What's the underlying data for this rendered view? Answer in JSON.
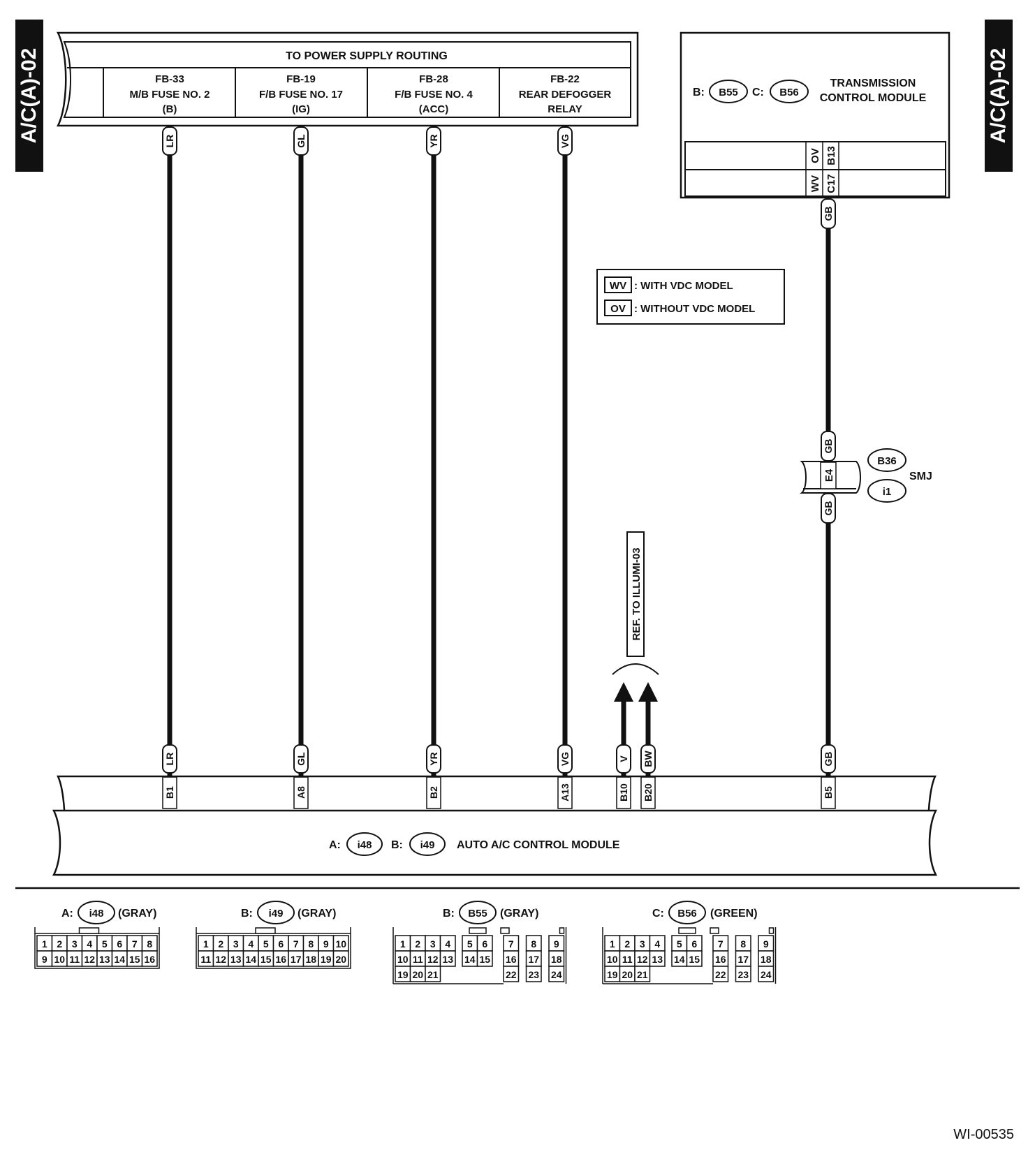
{
  "page_tag": "A/C(A)-02",
  "figure_ref": "WI-00535",
  "power_box": {
    "title": "TO POWER SUPPLY ROUTING",
    "fuses": [
      {
        "id": "FB-33",
        "line1": "M/B FUSE NO. 2",
        "line2": "(B)",
        "wire": "LR",
        "pin": "B1"
      },
      {
        "id": "FB-19",
        "line1": "F/B FUSE NO. 17",
        "line2": "(IG)",
        "wire": "GL",
        "pin": "A8"
      },
      {
        "id": "FB-28",
        "line1": "F/B FUSE NO. 4",
        "line2": "(ACC)",
        "wire": "YR",
        "pin": "B2"
      },
      {
        "id": "FB-22",
        "line1": "REAR DEFOGGER",
        "line2": "RELAY",
        "wire": "VG",
        "pin": "A13"
      }
    ]
  },
  "tcm": {
    "prefix_b": "B:",
    "conn_b": "B55",
    "prefix_c": "C:",
    "conn_c": "B56",
    "name1": "TRANSMISSION",
    "name2": "CONTROL MODULE",
    "row1": {
      "code": "OV",
      "pin": "B13"
    },
    "row2": {
      "code": "WV",
      "pin": "C17"
    },
    "wire": "GB"
  },
  "legend": [
    {
      "code": "WV",
      "text": ": WITH VDC MODEL"
    },
    {
      "code": "OV",
      "text": ": WITHOUT VDC MODEL"
    }
  ],
  "smj": {
    "wire_top": "GB",
    "pin": "E4",
    "wire_bottom": "GB",
    "conn_top": "B36",
    "conn_bottom": "i1",
    "label": "SMJ"
  },
  "illumi": {
    "ref": "REF. TO ILLUMI-03",
    "wires": [
      {
        "wire": "V",
        "pin": "B10"
      },
      {
        "wire": "BW",
        "pin": "B20"
      }
    ]
  },
  "tcm_pin_on_module": "B5",
  "module": {
    "prefix_a": "A:",
    "conn_a": "i48",
    "prefix_b": "B:",
    "conn_b": "i49",
    "name": "AUTO A/C CONTROL MODULE"
  },
  "connectors": [
    {
      "prefix": "A:",
      "id": "i48",
      "color": "(GRAY)",
      "rows": [
        [
          "1",
          "2",
          "3",
          "4",
          "5",
          "6",
          "7",
          "8"
        ],
        [
          "9",
          "10",
          "11",
          "12",
          "13",
          "14",
          "15",
          "16"
        ]
      ]
    },
    {
      "prefix": "B:",
      "id": "i49",
      "color": "(GRAY)",
      "rows": [
        [
          "1",
          "2",
          "3",
          "4",
          "5",
          "6",
          "7",
          "8",
          "9",
          "10"
        ],
        [
          "11",
          "12",
          "13",
          "14",
          "15",
          "16",
          "17",
          "18",
          "19",
          "20"
        ]
      ]
    },
    {
      "prefix": "B:",
      "id": "B55",
      "color": "(GRAY)",
      "rows": [
        [
          "1",
          "2",
          "3",
          "4",
          "5",
          "6",
          "7",
          "8",
          "9"
        ],
        [
          "10",
          "11",
          "12",
          "13",
          "14",
          "15",
          "16",
          "17",
          "18"
        ],
        [
          "19",
          "20",
          "21",
          "22",
          "23",
          "24"
        ]
      ]
    },
    {
      "prefix": "C:",
      "id": "B56",
      "color": "(GREEN)",
      "rows": [
        [
          "1",
          "2",
          "3",
          "4",
          "5",
          "6",
          "7",
          "8",
          "9"
        ],
        [
          "10",
          "11",
          "12",
          "13",
          "14",
          "15",
          "16",
          "17",
          "18"
        ],
        [
          "19",
          "20",
          "21",
          "22",
          "23",
          "24"
        ]
      ]
    }
  ]
}
